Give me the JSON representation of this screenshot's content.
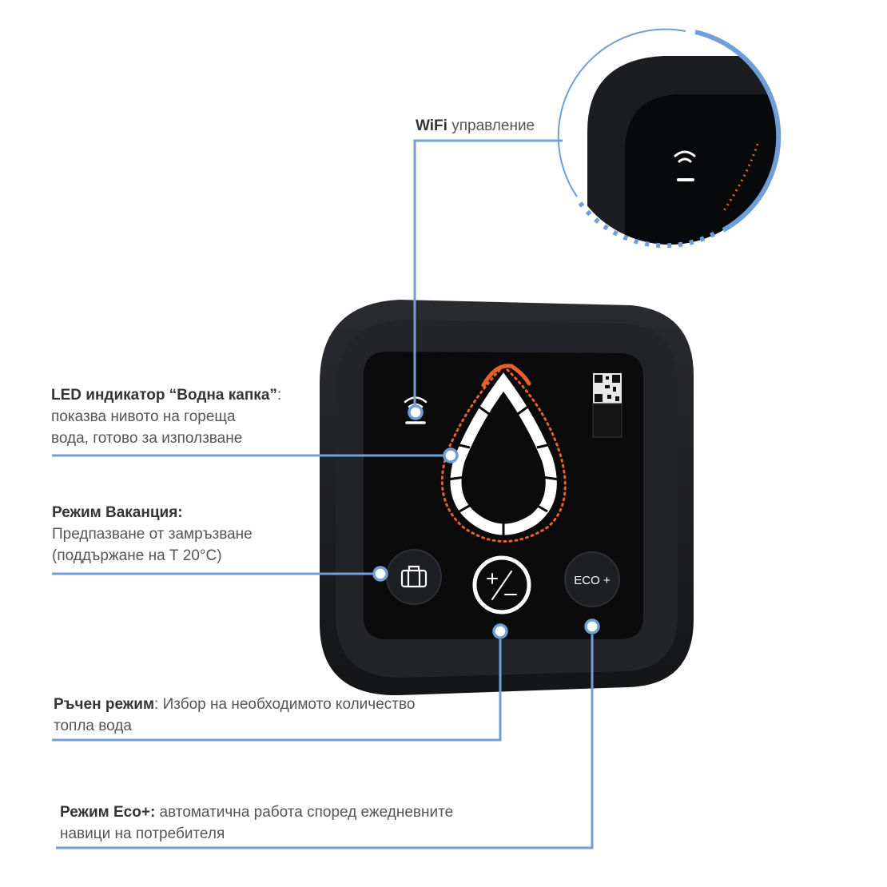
{
  "callouts": {
    "wifi": {
      "title": "WiFi",
      "text": " управление"
    },
    "led": {
      "title": "LED индикатор “Водна капка”",
      "suffix": ":",
      "line2": "показва нивото на гореща",
      "line3": "вода, готово за използване"
    },
    "vacation": {
      "title": "Режим Ваканция:",
      "line2": "Предпазване от замръзване",
      "line3": "(поддържане на Т 20°С)"
    },
    "manual": {
      "title": "Ръчен режим",
      "text": ": Избор на необходимото количество",
      "line2": "топла вода"
    },
    "eco": {
      "title": "Режим Eco+:",
      "text": " автоматична работа според ежедневните",
      "line2": "навици на потребителя"
    }
  },
  "device": {
    "buttons": {
      "vacation_icon": "suitcase-icon",
      "manual_label": "+/−",
      "eco_label": "ECO +"
    },
    "indicators": {
      "wifi_icon": "wifi-icon",
      "qr_icon": "qr-code-icon",
      "drop_icon": "water-drop-icon"
    }
  },
  "colors": {
    "leader": "#6f9fd8",
    "device_body": "#1c1d20",
    "screen": "#0b0b0c",
    "accent_orange": "#e8602c",
    "label_text": "#555555"
  }
}
